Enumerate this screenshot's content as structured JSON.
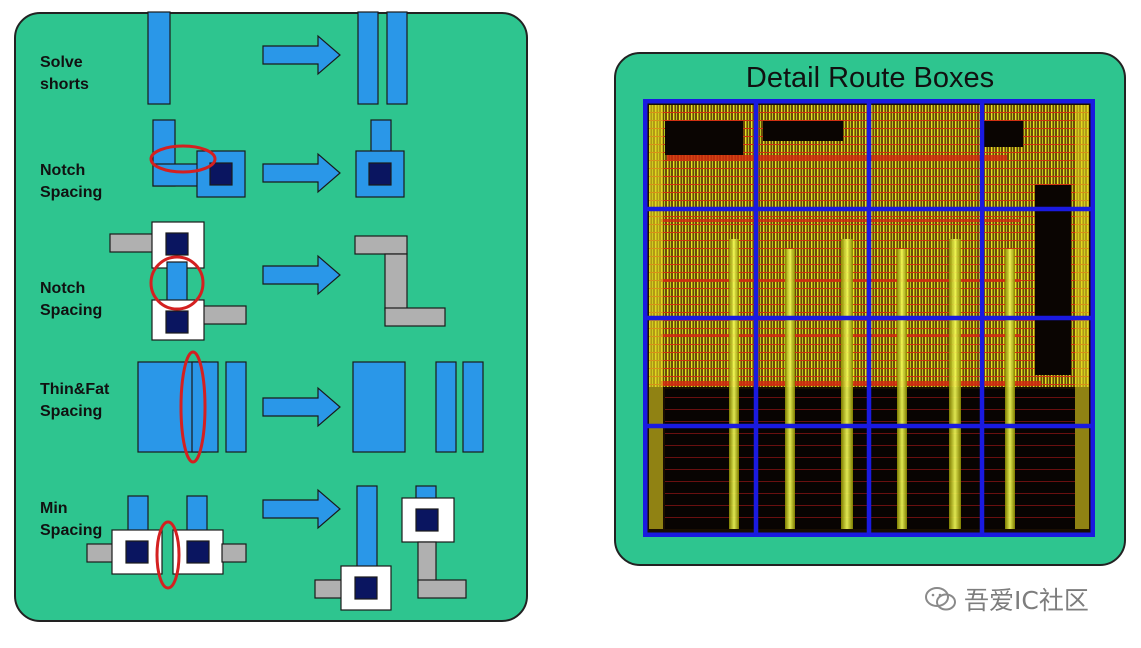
{
  "left_panel": {
    "rows": [
      {
        "label_line1": "Solve",
        "label_line2": "shorts"
      },
      {
        "label_line1": "Notch",
        "label_line2": "Spacing"
      },
      {
        "label_line1": "Notch",
        "label_line2": "Spacing"
      },
      {
        "label_line1": "Thin&Fat",
        "label_line2": "Spacing"
      },
      {
        "label_line1": "Min",
        "label_line2": "Spacing"
      }
    ]
  },
  "right_panel": {
    "title": "Detail Route Boxes",
    "grid": {
      "columns": 4,
      "rows": 4
    }
  },
  "watermark": {
    "text": "吾爱IC社区",
    "icon": "wechat-icon"
  },
  "colors": {
    "panel_green": "#2ec58f",
    "wire_blue": "#2a97e8",
    "via_navy": "#0a1560",
    "grey_metal": "#b0b0b0",
    "highlight_red": "#d42020",
    "grid_blue": "#1a1ae0"
  }
}
